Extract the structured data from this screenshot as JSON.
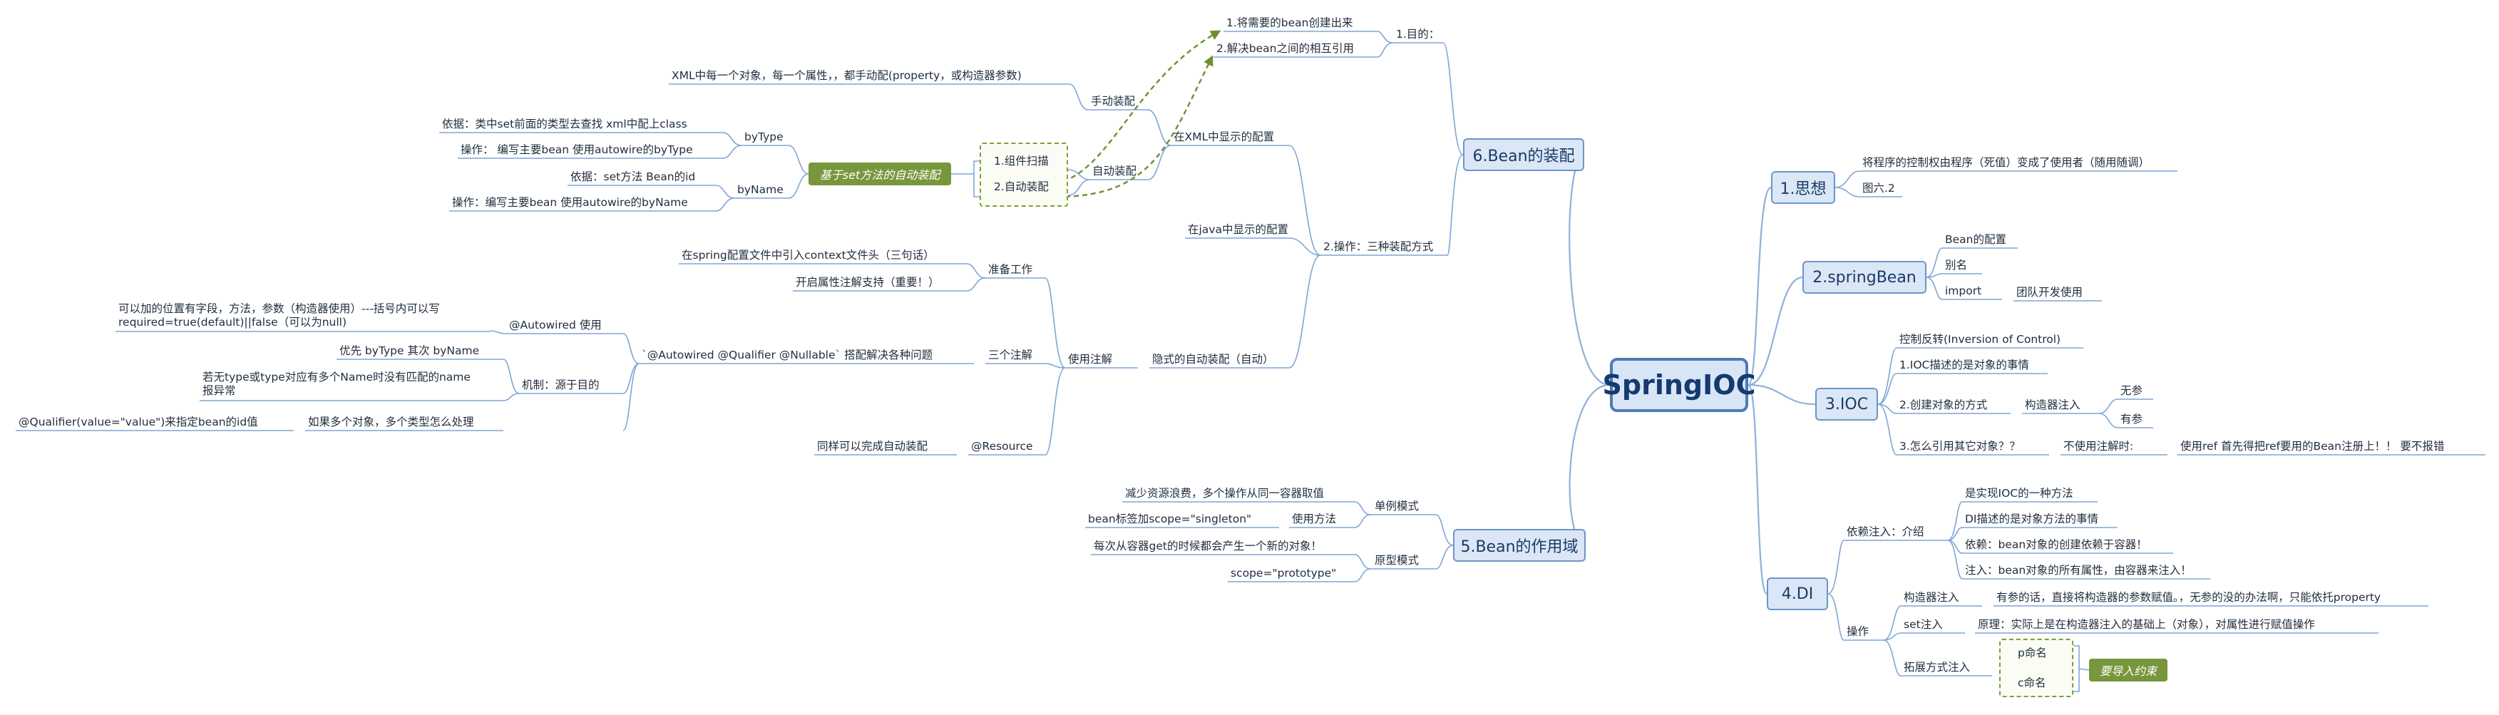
{
  "map": {
    "central": "SpringIOC",
    "n1": {
      "title": "1.思想",
      "i1": "将程序的控制权由程序（死值）变成了使用者（随用随调）",
      "i2": "图六.2"
    },
    "n2": {
      "title": "2.springBean",
      "i1": "Bean的配置",
      "i2": "别名",
      "i3": "import",
      "i3a": "团队开发使用"
    },
    "n3": {
      "title": "3.IOC",
      "i1": "控制反转(Inversion of Control)",
      "i2": "1.IOC描述的是对象的事情",
      "i3": "2.创建对象的方式",
      "i3a": "构造器注入",
      "i3b": "无参",
      "i3c": "有参",
      "i4": "3.怎么引用其它对象？？",
      "i4a": "不使用注解时:",
      "i4b": "使用ref 首先得把ref要用的Bean注册上！！ 要不报错"
    },
    "n4": {
      "title": "4.DI",
      "d1": "依赖注入：介绍",
      "d1a": "是实现IOC的一种方法",
      "d1b": "DI描述的是对象方法的事情",
      "d1c": "依赖：bean对象的创建依赖于容器！",
      "d1d": "注入：bean对象的所有属性，由容器来注入！",
      "d2": "操作",
      "d2a": "构造器注入",
      "d2a1": "有参的话，直接将构造器的参数赋值。，无参的没的办法啊，只能依托property",
      "d2b": "set注入",
      "d2b1": "原理：实际上是在构造器注入的基础上（对象），对属性进行赋值操作",
      "d2c": "拓展方式注入",
      "d2c1": "p命名",
      "d2c2": "c命名",
      "d2cs": "要导入约束"
    },
    "n5": {
      "title": "5.Bean的作用域",
      "s1": "单例模式",
      "s1a": "减少资源浪费，多个操作从同一容器取值",
      "s1b": "使用方法",
      "s1b1": "bean标签加scope=\"singleton\"",
      "s2": "原型模式",
      "s2a": "每次从容器get的时候都会产生一个新的对象！",
      "s2b": "scope=\"prototype\""
    },
    "n6": {
      "title": "6.Bean的装配",
      "p1": "1.目的：",
      "p1a": "1.将需要的bean创建出来",
      "p1b": "2.解决bean之间的相互引用",
      "p2": "2.操作：三种装配方式",
      "x1": "在XML中显示的配置",
      "x1a": "手动装配",
      "x1a1": "XML中每一个对象，每一个属性，，都手动配(property，或构造器参数)",
      "x1b": "自动装配",
      "x1b1": "1.组件扫描",
      "x1b2": "2.自动装配",
      "sum": "基于set方法的自动装配",
      "bt": "byType",
      "bt1": "依据：类中set前面的类型去查找  xml中配上class",
      "bt2": "操作：  编写主要bean 使用autowire的byType",
      "bn": "byName",
      "bn1": "依据：set方法 Bean的id",
      "bn2": "操作：编写主要bean 使用autowire的byName",
      "x2": "在java中显示的配置",
      "x3": "隐式的自动装配（自动）",
      "u": "使用注解",
      "u1": "准备工作",
      "u1a": "在spring配置文件中引入context文件头（三句话）",
      "u1b": "开启属性注解支持（重要！）",
      "u2": "三个注解",
      "u2a": "`@Autowired @Qualifier @Nullable` 搭配解决各种问题",
      "aw": "@Autowired 使用",
      "aw1": "可以加的位置有字段，方法，参数（构造器使用）---括号内可以写\nrequired=true(default)||false（可以为null)",
      "mj": "机制：源于目的",
      "mj1": "优先 byType 其次 byName",
      "mj2": "若无type或type对应有多个Name时没有匹配的name\n报异常",
      "ms": "如果多个对象，多个类型怎么处理",
      "ms1": "@Qualifier(value=\"value\")来指定bean的id值",
      "u3": "@Resource",
      "u3a": "同样可以完成自动装配"
    }
  }
}
